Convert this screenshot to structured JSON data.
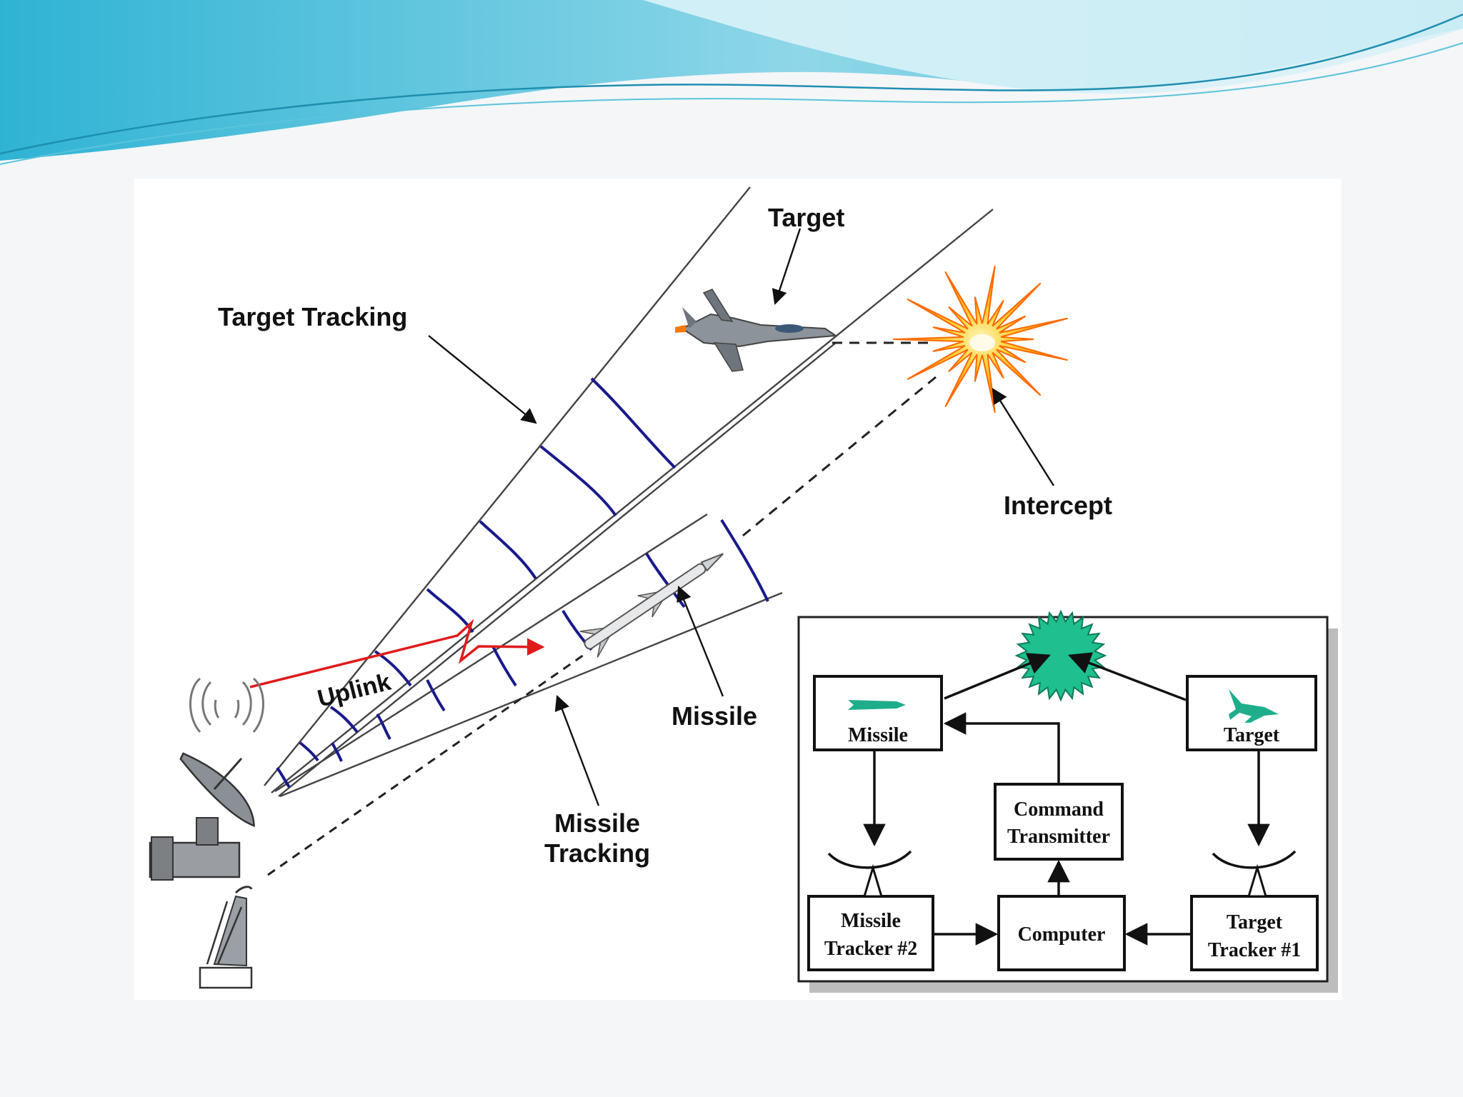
{
  "labels": {
    "target": "Target",
    "target_tracking": "Target Tracking",
    "intercept": "Intercept",
    "uplink": "Uplink",
    "missile": "Missile",
    "missile_tracking_line1": "Missile",
    "missile_tracking_line2": "Tracking"
  },
  "block_diagram": {
    "missile": "Missile",
    "target": "Target",
    "command_transmitter_line1": "Command",
    "command_transmitter_line2": "Transmitter",
    "missile_tracker_line1": "Missile",
    "missile_tracker_line2": "Tracker #2",
    "computer": "Computer",
    "target_tracker_line1": "Target",
    "target_tracker_line2": "Tracker #1"
  },
  "colors": {
    "header_wave_dark": "#3bb6d6",
    "header_wave_light": "#bfeaf2",
    "range_ticks": "#1a1a8c",
    "uplink": "#e01b1b",
    "explosion_outer": "#ff8a00",
    "explosion_inner": "#ffd23a",
    "intercept_star": "#1fbf8f",
    "diagram_icons": "#1fae8c"
  },
  "icons": [
    "radio-wave-icon",
    "radar-dish-icon",
    "tracking-antenna-icon",
    "fighter-jet-icon",
    "missile-icon",
    "explosion-icon",
    "jet-icon"
  ]
}
